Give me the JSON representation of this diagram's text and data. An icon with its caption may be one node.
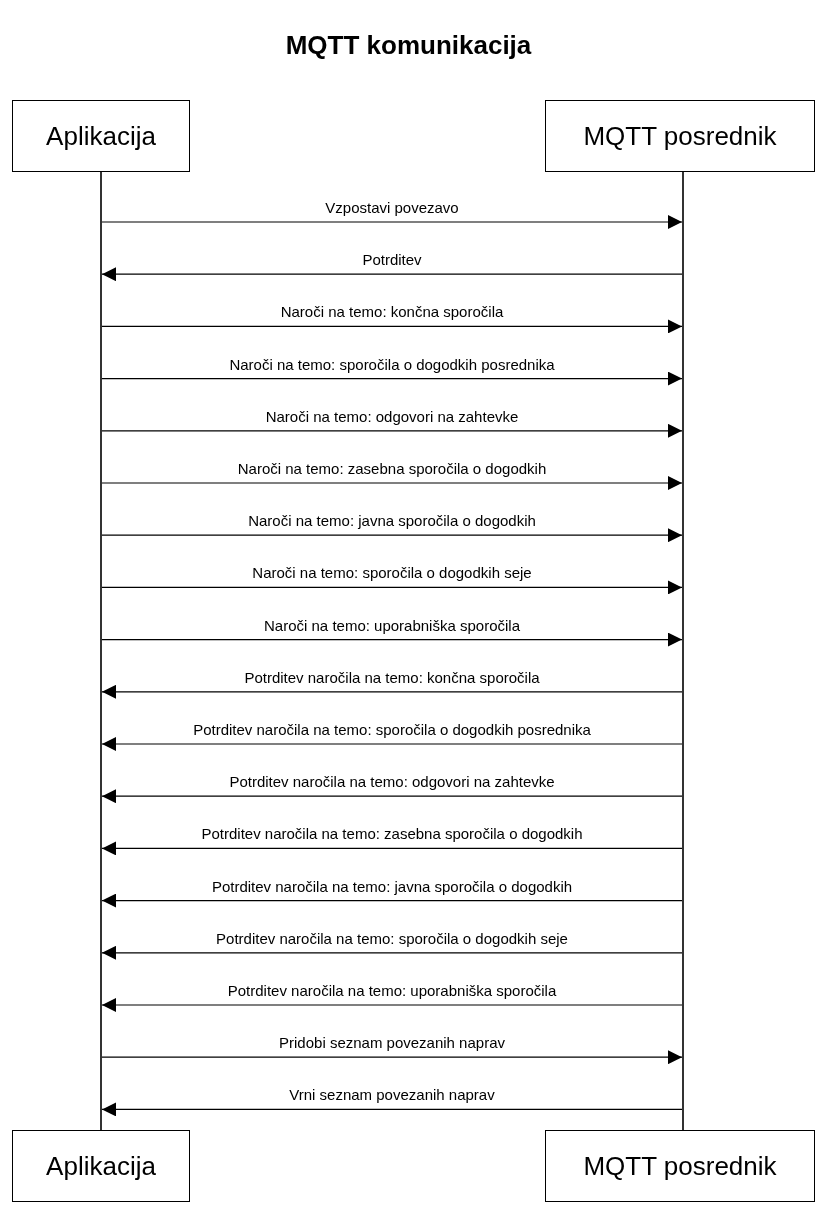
{
  "diagram": {
    "title": "MQTT komunikacija",
    "nodes": [
      {
        "text": [
          "Aplikacija"
        ]
      },
      {
        "text": [
          "MQTT posrednik"
        ]
      },
      {
        "text": [],
        "shape": "line"
      },
      {
        "text": [],
        "shape": "line"
      },
      {
        "text": [
          "Aplikacija"
        ]
      },
      {
        "text": [
          "MQTT posrednik"
        ]
      }
    ],
    "edges": [
      {
        "from": 2,
        "to": 3,
        "arrow": "to",
        "label": "Vzpostavi povezavo"
      },
      {
        "from": 3,
        "to": 2,
        "arrow": "to",
        "label": "Potrditev"
      },
      {
        "from": 2,
        "to": 3,
        "arrow": "to",
        "label": "Naroči na temo: končna sporočila"
      },
      {
        "from": 2,
        "to": 3,
        "arrow": "to",
        "label": "Naroči na temo: sporočila o dogodkih posrednika"
      },
      {
        "from": 2,
        "to": 3,
        "arrow": "to",
        "label": "Naroči na temo: odgovori na zahtevke"
      },
      {
        "from": 2,
        "to": 3,
        "arrow": "to",
        "label": "Naroči na temo: zasebna sporočila o dogodkih"
      },
      {
        "from": 2,
        "to": 3,
        "arrow": "to",
        "label": "Naroči na temo: javna sporočila o dogodkih"
      },
      {
        "from": 2,
        "to": 3,
        "arrow": "to",
        "label": "Naroči na temo: sporočila o dogodkih seje"
      },
      {
        "from": 2,
        "to": 3,
        "arrow": "to",
        "label": "Naroči na temo: uporabniška sporočila"
      },
      {
        "from": 3,
        "to": 2,
        "arrow": "to",
        "label": "Potrditev naročila na temo: končna sporočila"
      },
      {
        "from": 3,
        "to": 2,
        "arrow": "to",
        "label": "Potrditev naročila na temo: sporočila o dogodkih posrednika"
      },
      {
        "from": 3,
        "to": 2,
        "arrow": "to",
        "label": "Potrditev naročila na temo: odgovori na zahtevke"
      },
      {
        "from": 3,
        "to": 2,
        "arrow": "to",
        "label": "Potrditev naročila na temo: zasebna sporočila o dogodkih"
      },
      {
        "from": 3,
        "to": 2,
        "arrow": "to",
        "label": "Potrditev naročila na temo: javna sporočila o dogodkih"
      },
      {
        "from": 3,
        "to": 2,
        "arrow": "to",
        "label": "Potrditev naročila na temo: sporočila o dogodkih seje"
      },
      {
        "from": 3,
        "to": 2,
        "arrow": "to",
        "label": "Potrditev naročila na temo: uporabniška sporočila"
      },
      {
        "from": 2,
        "to": 3,
        "arrow": "to",
        "label": "Pridobi seznam povezanih naprav"
      },
      {
        "from": 3,
        "to": 2,
        "arrow": "to",
        "label": "Vrni seznam povezanih naprav"
      }
    ]
  }
}
